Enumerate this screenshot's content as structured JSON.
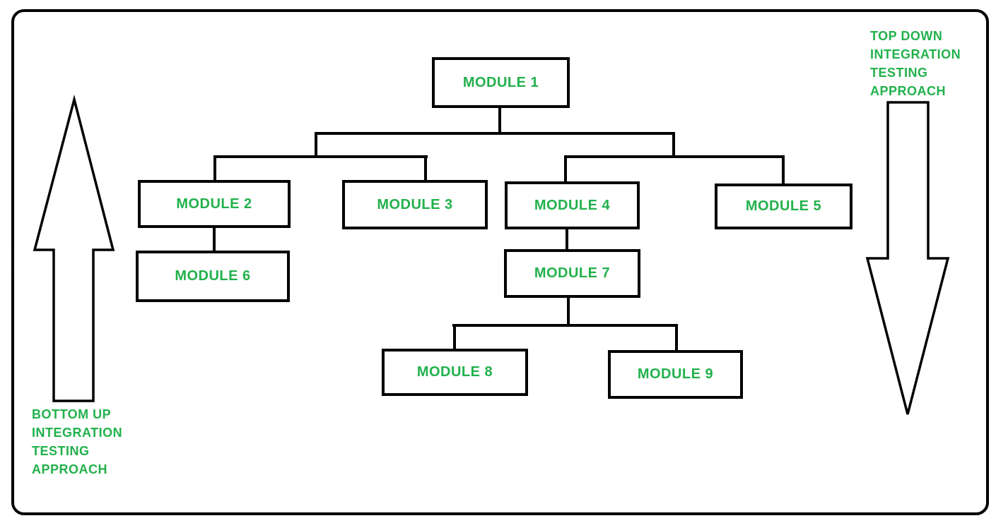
{
  "colors": {
    "text": "#22b14c",
    "stroke": "#000000",
    "background": "#ffffff"
  },
  "modules": {
    "m1": "MODULE 1",
    "m2": "MODULE 2",
    "m3": "MODULE 3",
    "m4": "MODULE 4",
    "m5": "MODULE 5",
    "m6": "MODULE 6",
    "m7": "MODULE 7",
    "m8": "MODULE 8",
    "m9": "MODULE 9"
  },
  "labels": {
    "top_down": [
      "TOP DOWN",
      "INTEGRATION",
      "TESTING",
      "APPROACH"
    ],
    "bottom_up": [
      "BOTTOM UP",
      "INTEGRATION",
      "TESTING",
      "APPROACH"
    ]
  },
  "arrows": {
    "left": "up-arrow-icon",
    "right": "down-arrow-icon"
  }
}
